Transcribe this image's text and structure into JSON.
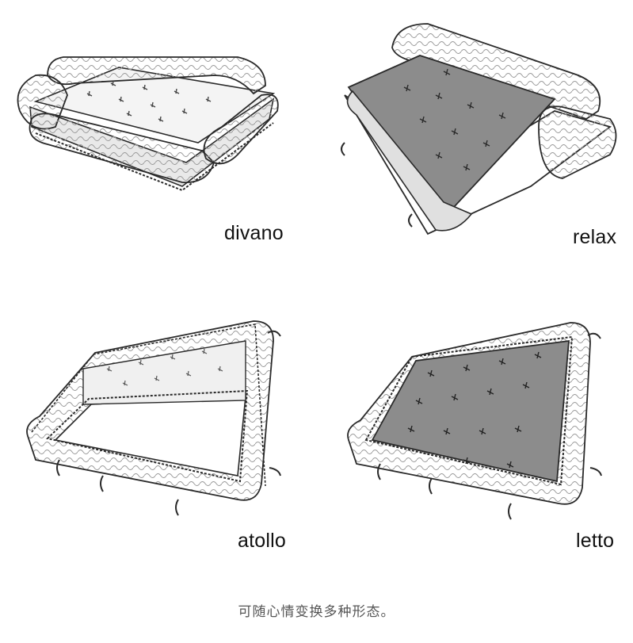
{
  "panels": [
    {
      "label": "divano",
      "icon": "sofa-icon"
    },
    {
      "label": "relax",
      "icon": "sofa-reclined-icon"
    },
    {
      "label": "atollo",
      "icon": "sofa-frame-icon"
    },
    {
      "label": "letto",
      "icon": "sofa-bed-icon"
    }
  ],
  "caption": "可随心情变换多种形态。",
  "colors": {
    "outline": "#2a2a2a",
    "fabric": "#f1f1f1",
    "cushion": "#8c8c8c",
    "tuft": "#444444"
  }
}
